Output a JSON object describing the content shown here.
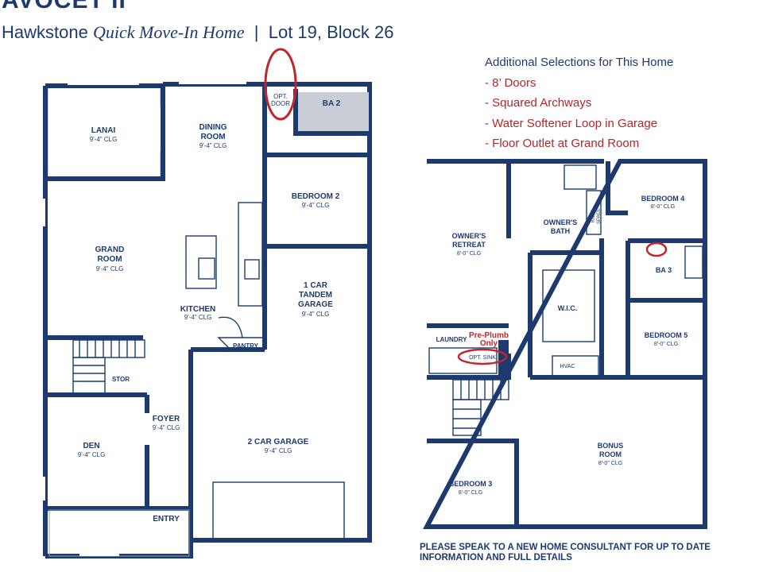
{
  "header": {
    "title": "AVOCET II",
    "subtitle_community": "Hawkstone",
    "subtitle_type": "Quick Move-In Home",
    "subtitle_separator": "|",
    "subtitle_lot": "Lot 19, Block 26"
  },
  "selections": {
    "heading": "Additional Selections for This Home",
    "items": [
      "- 8’ Doors",
      "- Squared Archways",
      "- Water Softener Loop in Garage",
      "- Floor Outlet at Grand Room"
    ]
  },
  "first_floor": {
    "lanai": {
      "name": "LANAI",
      "clg": "9'-4\" CLG"
    },
    "dining": {
      "name1": "DINING",
      "name2": "ROOM",
      "clg": "9'-4\" CLG"
    },
    "opt_door1": "OPT.",
    "opt_door2": "DOOR",
    "ba2": "BA 2",
    "bedroom2": {
      "name": "BEDROOM 2",
      "clg": "9'-4\" CLG"
    },
    "grand": {
      "name1": "GRAND",
      "name2": "ROOM",
      "clg": "9'-4\" CLG"
    },
    "tandem": {
      "name1": "1 CAR",
      "name2": "TANDEM",
      "name3": "GARAGE",
      "clg": "9'-4\" CLG"
    },
    "kitchen": {
      "name": "KITCHEN",
      "clg": "9'-4\" CLG"
    },
    "pantry": "PANTRY",
    "stor": "STOR",
    "foyer": {
      "name": "FOYER",
      "clg": "9'-4\" CLG"
    },
    "garage2": {
      "name": "2 CAR GARAGE",
      "clg": "9'-4\" CLG"
    },
    "den": {
      "name": "DEN",
      "clg": "9'-4\" CLG"
    },
    "entry": "ENTRY"
  },
  "second_floor": {
    "owners_retreat": {
      "name1": "OWNER'S",
      "name2": "RETREAT",
      "clg": "8'-0\" CLG"
    },
    "owners_bath": {
      "name1": "OWNER'S",
      "name2": "BATH"
    },
    "knee1": "KNEE",
    "knee2": "SPACE",
    "bedroom4": {
      "name": "BEDROOM 4",
      "clg": "8'-0\" CLG"
    },
    "ba3": "BA 3",
    "wic": "W.I.C.",
    "laundry": "LAUNDRY",
    "preplumb1": "Pre-Plumb",
    "preplumb2": "Only",
    "opt_sink": "OPT. SINK",
    "hvac": "HVAC",
    "bedroom5": {
      "name": "BEDROOM 5",
      "clg": "8'-0\" CLG"
    },
    "bonus": {
      "name1": "BONUS",
      "name2": "ROOM",
      "clg": "8'-0\" CLG"
    },
    "bedroom3": {
      "name": "BEDROOM 3",
      "clg": "8'-0\" CLG"
    }
  },
  "footer_note": {
    "line1": "PLEASE SPEAK TO A NEW HOME CONSULTANT FOR UP TO DATE",
    "line2": "INFORMATION AND FULL DETAILS"
  },
  "colors": {
    "wall": "#1d3a6e",
    "highlight": "#b3262a",
    "fixture": "#c9ced6"
  }
}
